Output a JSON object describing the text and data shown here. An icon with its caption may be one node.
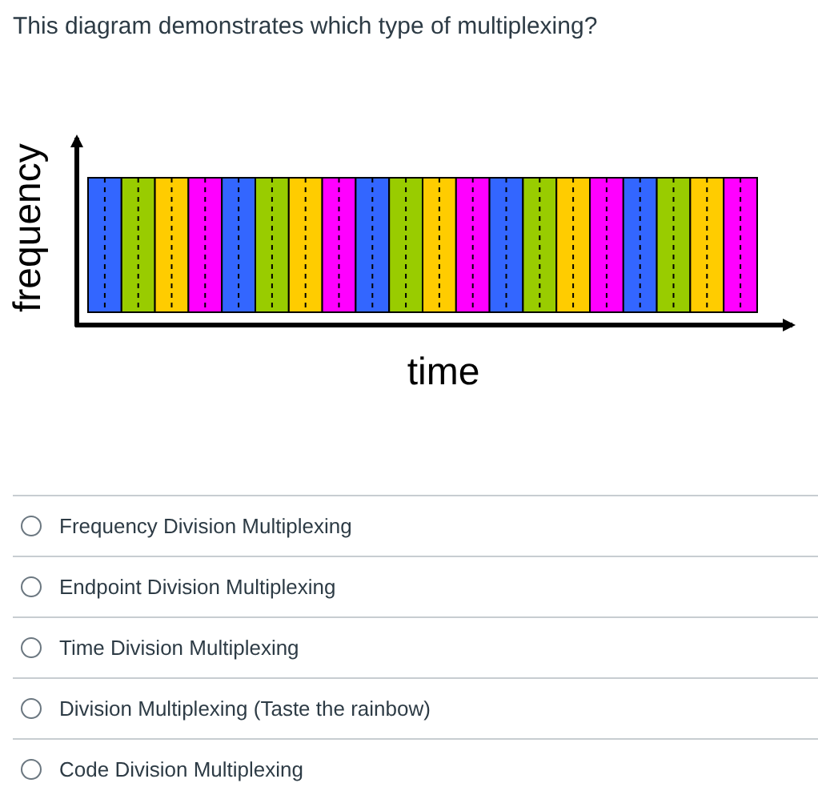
{
  "diagram": {
    "title": "This diagram demonstrates which type of multiplexing?",
    "labels": [
      "frequency",
      "time",
      "Frequency Division Multiplexing",
      "Endpoint Division Multiplexing",
      "Time Division Multiplexing",
      "Division Multiplexing (Taste the rainbow)",
      "Code Division Multiplexing"
    ]
  }
}
